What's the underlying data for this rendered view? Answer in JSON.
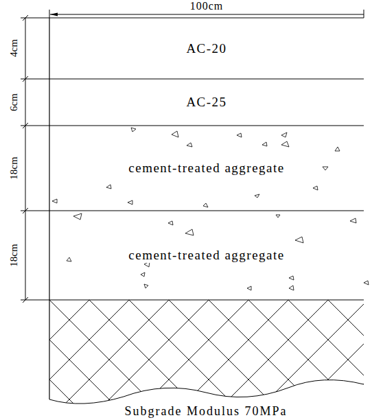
{
  "diagram": {
    "nodes": [
      {
        "text": [
          "AC-20"
        ]
      },
      {
        "text": [
          "AC-25"
        ]
      },
      {
        "text": [
          "cement-treated aggregate"
        ]
      },
      {
        "text": [
          "cement-treated aggregate"
        ]
      }
    ],
    "labels": [
      "100cm",
      "4cm",
      "6cm",
      "18cm",
      "18cm",
      "Subgrade Modulus 70MPa"
    ]
  }
}
